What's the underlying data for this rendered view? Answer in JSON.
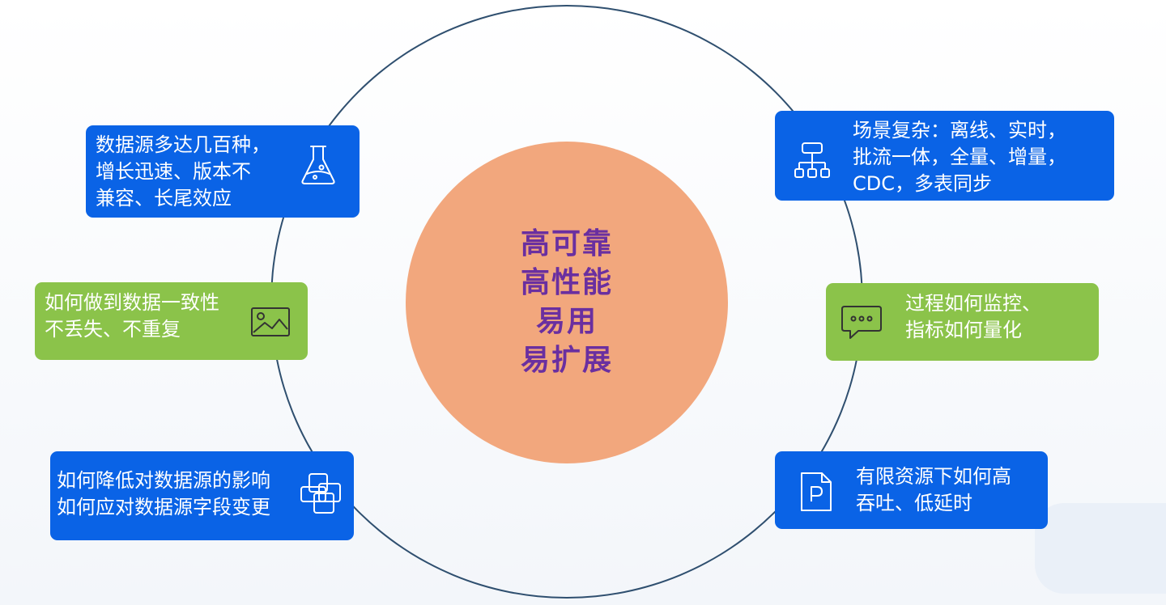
{
  "center": {
    "lines": [
      "高可靠",
      "高性能",
      "易用",
      "易扩展"
    ]
  },
  "cards": [
    {
      "id": "sources",
      "color": "blue",
      "icon": "flask-icon",
      "lines": [
        "数据源多达几百种，",
        "增长迅速、版本不",
        "兼容、长尾效应"
      ]
    },
    {
      "id": "consistency",
      "color": "green",
      "icon": "image-icon",
      "lines": [
        "如何做到数据一致性",
        "不丢失、不重复"
      ]
    },
    {
      "id": "impact",
      "color": "blue",
      "icon": "copy-icon",
      "lines": [
        "如何降低对数据源的影响",
        "如何应对数据源字段变更"
      ]
    },
    {
      "id": "scenarios",
      "color": "blue",
      "icon": "hierarchy-icon",
      "lines": [
        "场景复杂：离线、实时，",
        "批流一体，全量、增量，",
        "CDC，多表同步"
      ]
    },
    {
      "id": "monitoring",
      "color": "green",
      "icon": "chat-icon",
      "lines": [
        "过程如何监控、",
        "指标如何量化"
      ]
    },
    {
      "id": "throughput",
      "color": "blue",
      "icon": "document-p-icon",
      "lines": [
        "有限资源下如何高",
        "吞吐、低延时"
      ]
    }
  ]
}
